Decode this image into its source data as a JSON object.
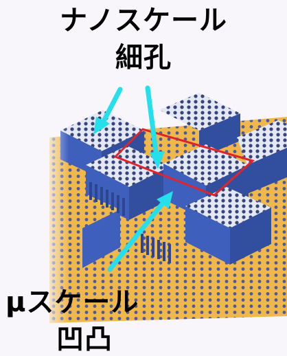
{
  "labels": {
    "nano_line1": "ナノスケール",
    "nano_line2": "細孔",
    "micro_line1": "μスケール",
    "micro_line2": "凹凸"
  },
  "colors": {
    "background": "#f8f6fb",
    "block_top": "#e4e7f4",
    "block_side_left": "#3f5fbd",
    "block_side_right": "#314f9e",
    "pit_floor": "#f0b84a",
    "pore": "#38457a",
    "highlight_box": "#e0242a",
    "arrow": "#25e0ec"
  },
  "icons": {
    "arrow": "cyan-arrow-icon"
  }
}
